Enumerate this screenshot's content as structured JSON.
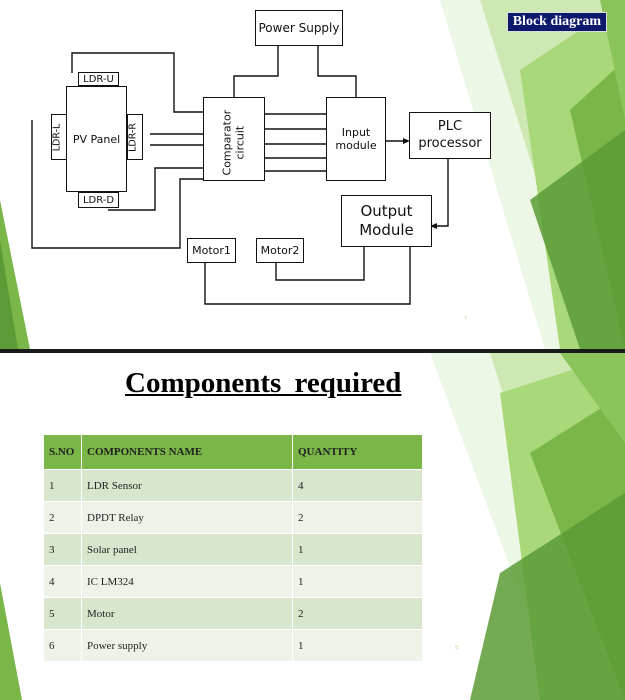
{
  "slide1": {
    "badge": "Block diagram",
    "blocks": {
      "power_supply": "Power Supply",
      "ldr_u": "LDR-U",
      "ldr_l": "LDR-L",
      "ldr_r": "LDR-R",
      "ldr_d": "LDR-D",
      "pv_panel": "PV Panel",
      "comparator_line1": "Comparator",
      "comparator_line2": "circuit",
      "input_line1": "Input",
      "input_line2": "module",
      "plc_line1": "PLC",
      "plc_line2": "processor",
      "output_line1": "Output",
      "output_line2": "Module",
      "motor1": "Motor1",
      "motor2": "Motor2"
    },
    "page_number": "7"
  },
  "slide2": {
    "heading": "Components  required",
    "table": {
      "headers": [
        "S.NO",
        "COMPONENTS NAME",
        "QUANTITY"
      ],
      "rows": [
        [
          "1",
          "LDR Sensor",
          "4"
        ],
        [
          "2",
          "DPDT Relay",
          "2"
        ],
        [
          "3",
          "Solar panel",
          "1"
        ],
        [
          "4",
          "IC LM324",
          "1"
        ],
        [
          "5",
          "Motor",
          "2"
        ],
        [
          "6",
          "Power supply",
          "1"
        ]
      ]
    },
    "page_number": "8"
  },
  "colors": {
    "green_dark": "#5b9b35",
    "green_mid": "#7ab648",
    "green_light": "#a8d878",
    "badge_bg": "#0d1a6b",
    "header_bg": "#7ab648"
  }
}
